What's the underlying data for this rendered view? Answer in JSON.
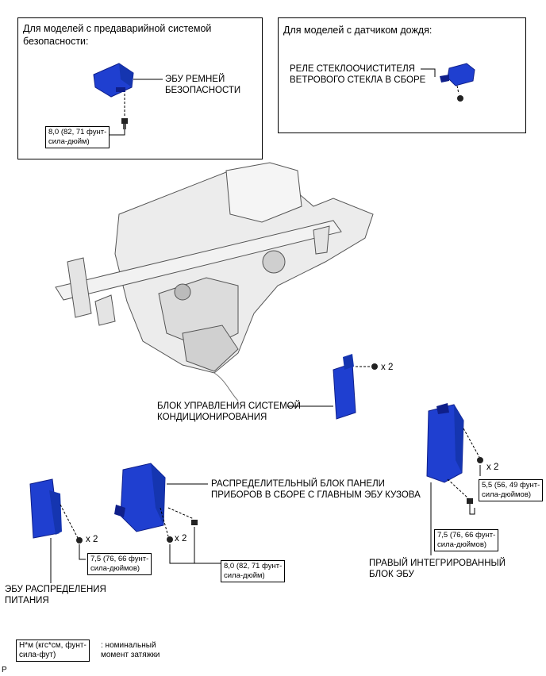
{
  "panels": {
    "left_title": "Для моделей с предаварийной системой\nбезопасности:",
    "right_title": "Для моделей с датчиком дождя:"
  },
  "labels": {
    "seatbelt_ecu": "ЭБУ РЕМНЕЙ\nБЕЗОПАСНОСТИ",
    "wiper_relay": "РЕЛЕ СТЕКЛООЧИСТИТЕЛЯ\nВЕТРОВОГО СТЕКЛА В СБОРЕ",
    "ac_control": "БЛОК УПРАВЛЕНИЯ СИСТЕМОЙ\nКОНДИЦИОНИРОВАНИЯ",
    "instrument_junction": "РАСПРЕДЕЛИТЕЛЬНЫЙ БЛОК ПАНЕЛИ\nПРИБОРОВ В СБОРЕ С ГЛАВНЫМ ЭБУ КУЗОВА",
    "power_distribution_ecu": "ЭБУ РАСПРЕДЕЛЕНИЯ\nПИТАНИЯ",
    "right_integrated_ecu": "ПРАВЫЙ ИНТЕГРИРОВАННЫЙ\nБЛОК ЭБУ"
  },
  "torques": {
    "seatbelt": "8,0 (82, 71 фунт-\nсила-дюйм)",
    "power_dist": "7,5 (76, 66 фунт-\nсила-дюймов)",
    "junction": "8,0 (82, 71 фунт-\nсила-дюйм)",
    "right_upper": "5,5 (56, 49 фунт-\nсила-дюймов)",
    "right_lower": "7,5 (76, 66 фунт-\nсила-дюймов)"
  },
  "multipliers": {
    "ac": "x 2",
    "power_dist": "x 2",
    "junction": "x 2",
    "right": "x 2"
  },
  "legend": {
    "key": "Н*м (кгс*см, фунт-\nсила-фут)",
    "desc": ": номинальный\nмомент затяжки"
  },
  "corner_mark": "P",
  "colors": {
    "part_blue": "#1f3fd0",
    "part_dark": "#0f1f8a",
    "line": "#000000",
    "hvac_gray": "#e8e8e8"
  }
}
